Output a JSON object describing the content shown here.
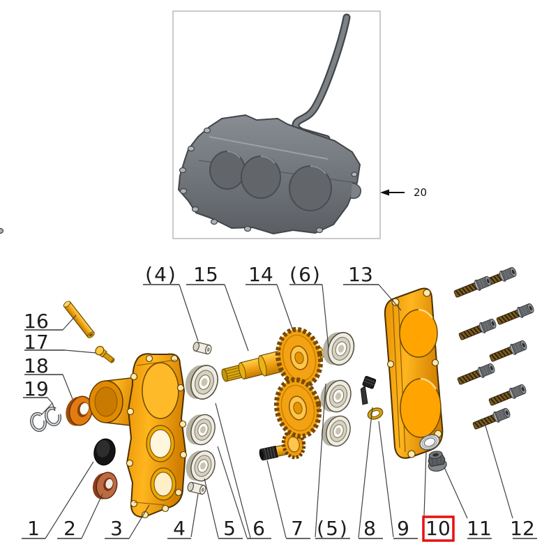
{
  "figure": {
    "type": "exploded-parts-diagram",
    "background": "#ffffff"
  },
  "inset": {
    "callout": "20"
  },
  "callouts": {
    "top": [
      {
        "text": "(4)"
      },
      {
        "text": "15"
      },
      {
        "text": "14"
      },
      {
        "text": "(6)"
      },
      {
        "text": "13"
      }
    ],
    "left": [
      {
        "text": "16"
      },
      {
        "text": "17"
      },
      {
        "text": "18"
      },
      {
        "text": "19"
      }
    ],
    "bottom": [
      {
        "text": "1"
      },
      {
        "text": "2"
      },
      {
        "text": "3"
      },
      {
        "text": "4"
      },
      {
        "text": "5"
      },
      {
        "text": "6"
      },
      {
        "text": "7"
      },
      {
        "text": "(5)"
      },
      {
        "text": "8"
      },
      {
        "text": "9"
      },
      {
        "text": "10"
      },
      {
        "text": "11"
      },
      {
        "text": "12"
      }
    ]
  },
  "highlight": {
    "selected_callout": "10",
    "box_color": "#e81010"
  },
  "colors": {
    "part_orange": "#f5a011",
    "part_gold_light": "#ffd24f",
    "assembly_gray": "#71767c",
    "bearing_white": "#eeece2",
    "leader_line": "#3f3f3f"
  }
}
